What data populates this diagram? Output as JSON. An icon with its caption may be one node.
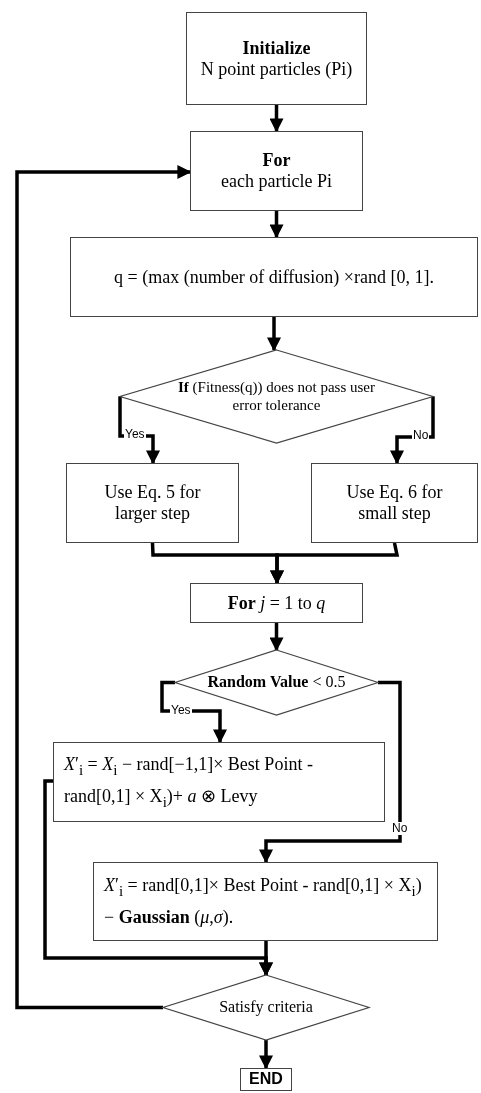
{
  "diagram": {
    "nodes": [
      {
        "text": [
          "Initialize",
          "N point particles (Pi)"
        ]
      },
      {
        "text": [
          "For",
          "each particle Pi"
        ]
      },
      {
        "text": [
          "q = (max (number of diffusion) ×rand [0, 1]."
        ]
      },
      {
        "text": [
          "**If** (Fitness(q)) does not pass user error tolerance"
        ]
      },
      {
        "text": [
          "Use Eq. 5 for larger step"
        ]
      },
      {
        "text": [
          "Use Eq. 6 for small step"
        ]
      },
      {
        "text": [
          "**For** *j* = 1 to *q*"
        ]
      },
      {
        "text": [
          "**Random Value** < 0.5"
        ]
      },
      {
        "text": [
          "*X*′$_{i}$ = *X*$_{i}$ − rand[−1,1]× Best Point - rand[0,1] × X$_{i}$)+ *a* ⊗ Levy"
        ]
      },
      {
        "text": [
          "*X*′$_{i}$ = rand[0,1]× Best Point - rand[0,1] × X$_{i}$) − **Gaussian** (*μ*,*σ*)."
        ]
      },
      {
        "text": [
          "Satisfy criteria"
        ]
      },
      {
        "text": [
          "END"
        ]
      }
    ],
    "edges": [
      {
        "from": 0,
        "to": 1,
        "arrow": "to"
      },
      {
        "from": 1,
        "to": 2,
        "arrow": "to"
      },
      {
        "from": 2,
        "to": 3,
        "arrow": "to"
      },
      {
        "from": 3,
        "to": 4,
        "arrow": "to",
        "label": "Yes"
      },
      {
        "from": 3,
        "to": 5,
        "arrow": "to",
        "label": "No"
      },
      {
        "from": 4,
        "to": 6,
        "arrow": "to"
      },
      {
        "from": 5,
        "to": 6,
        "arrow": "to"
      },
      {
        "from": 6,
        "to": 7,
        "arrow": "to"
      },
      {
        "from": 7,
        "to": 8,
        "arrow": "to",
        "label": "Yes"
      },
      {
        "from": 7,
        "to": 9,
        "arrow": "to",
        "label": "No"
      },
      {
        "from": 8,
        "to": 10,
        "arrow": "to"
      },
      {
        "from": 9,
        "to": 10,
        "arrow": "to"
      },
      {
        "from": 10,
        "to": 1,
        "arrow": "to"
      },
      {
        "from": 10,
        "to": 11,
        "arrow": "to"
      }
    ]
  }
}
